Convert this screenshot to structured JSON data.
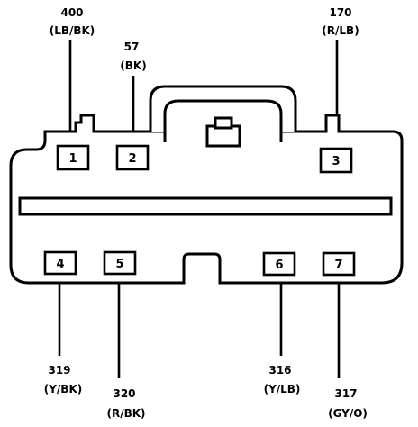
{
  "pins": [
    {
      "num": "1",
      "circuit": "400",
      "color": "(LB/BK)"
    },
    {
      "num": "2",
      "circuit": "57",
      "color": "(BK)"
    },
    {
      "num": "3",
      "circuit": "170",
      "color": "(R/LB)"
    },
    {
      "num": "4",
      "circuit": "319",
      "color": "(Y/BK)"
    },
    {
      "num": "5",
      "circuit": "320",
      "color": "(R/BK)"
    },
    {
      "num": "6",
      "circuit": "316",
      "color": "(Y/LB)"
    },
    {
      "num": "7",
      "circuit": "317",
      "color": "(GY/O)"
    }
  ]
}
